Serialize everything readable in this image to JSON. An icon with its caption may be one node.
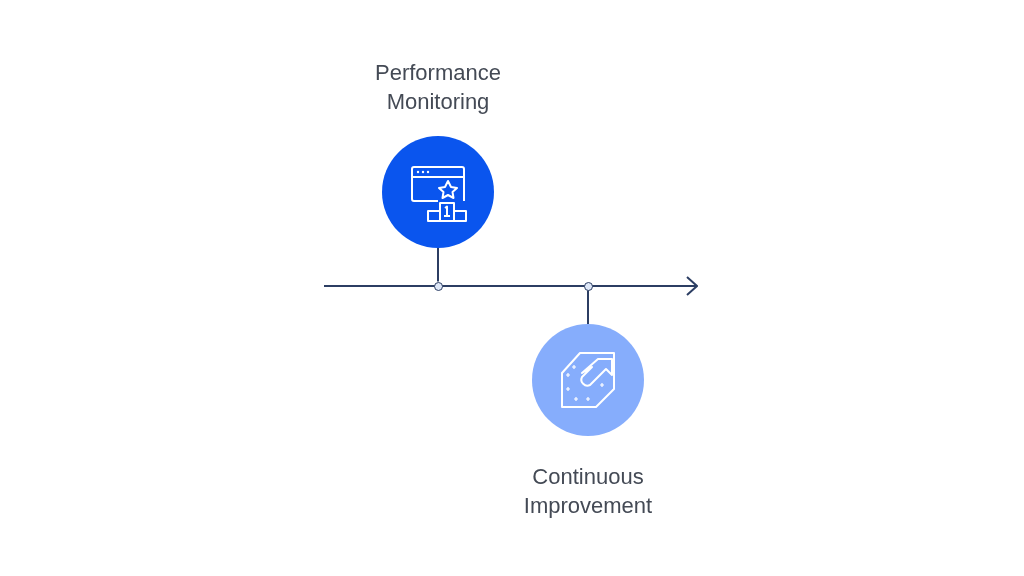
{
  "diagram": {
    "nodes": [
      {
        "text": [
          "Performance Monitoring"
        ]
      },
      {
        "text": [],
        "shape": "circle"
      },
      {
        "text": [],
        "shape": "circle"
      },
      {
        "text": [
          "Continuous Improvement"
        ]
      }
    ],
    "edges": [
      {
        "from": 0,
        "to": 1,
        "arrow": "none"
      },
      {
        "from": 2,
        "to": 3,
        "arrow": "none"
      }
    ]
  }
}
